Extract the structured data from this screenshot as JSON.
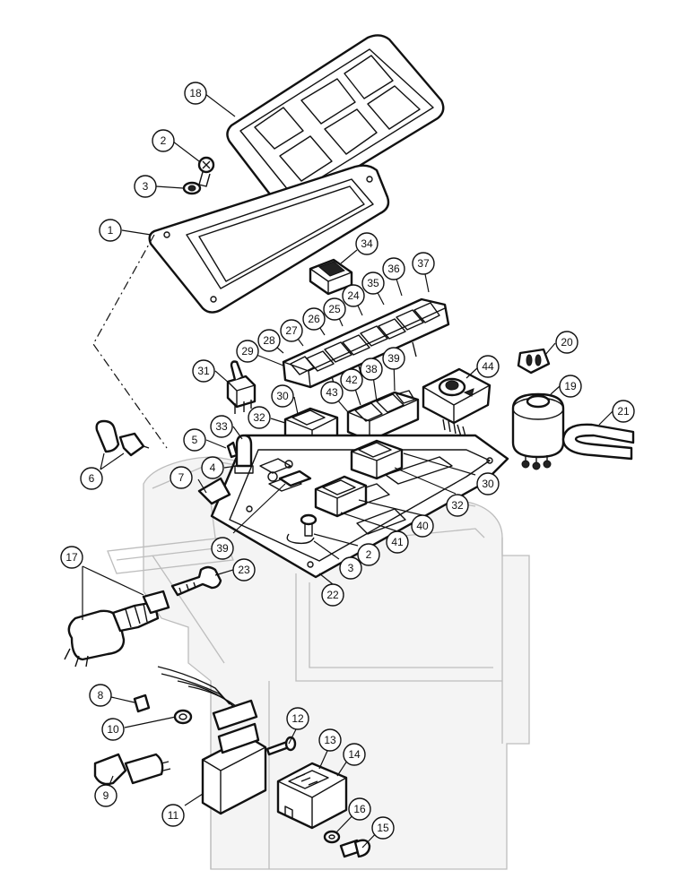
{
  "callouts": [
    {
      "id": "c18",
      "label": "18"
    },
    {
      "id": "c2a",
      "label": "2"
    },
    {
      "id": "c3a",
      "label": "3"
    },
    {
      "id": "c1",
      "label": "1"
    },
    {
      "id": "c34",
      "label": "34"
    },
    {
      "id": "c36",
      "label": "36"
    },
    {
      "id": "c37",
      "label": "37"
    },
    {
      "id": "c35",
      "label": "35"
    },
    {
      "id": "c24",
      "label": "24"
    },
    {
      "id": "c25",
      "label": "25"
    },
    {
      "id": "c26",
      "label": "26"
    },
    {
      "id": "c27",
      "label": "27"
    },
    {
      "id": "c28",
      "label": "28"
    },
    {
      "id": "c29",
      "label": "29"
    },
    {
      "id": "c20",
      "label": "20"
    },
    {
      "id": "c44",
      "label": "44"
    },
    {
      "id": "c31",
      "label": "31"
    },
    {
      "id": "c39a",
      "label": "39"
    },
    {
      "id": "c38",
      "label": "38"
    },
    {
      "id": "c42",
      "label": "42"
    },
    {
      "id": "c43",
      "label": "43"
    },
    {
      "id": "c30a",
      "label": "30"
    },
    {
      "id": "c19",
      "label": "19"
    },
    {
      "id": "c21",
      "label": "21"
    },
    {
      "id": "c32a",
      "label": "32"
    },
    {
      "id": "c33",
      "label": "33"
    },
    {
      "id": "c5",
      "label": "5"
    },
    {
      "id": "c6",
      "label": "6"
    },
    {
      "id": "c4",
      "label": "4"
    },
    {
      "id": "c7",
      "label": "7"
    },
    {
      "id": "c30b",
      "label": "30"
    },
    {
      "id": "c32b",
      "label": "32"
    },
    {
      "id": "c40",
      "label": "40"
    },
    {
      "id": "c41",
      "label": "41"
    },
    {
      "id": "c2b",
      "label": "2"
    },
    {
      "id": "c3b",
      "label": "3"
    },
    {
      "id": "c39b",
      "label": "39"
    },
    {
      "id": "c17",
      "label": "17"
    },
    {
      "id": "c23",
      "label": "23"
    },
    {
      "id": "c22",
      "label": "22"
    },
    {
      "id": "c8",
      "label": "8"
    },
    {
      "id": "c10",
      "label": "10"
    },
    {
      "id": "c12",
      "label": "12"
    },
    {
      "id": "c13",
      "label": "13"
    },
    {
      "id": "c14",
      "label": "14"
    },
    {
      "id": "c9",
      "label": "9"
    },
    {
      "id": "c11",
      "label": "11"
    },
    {
      "id": "c16",
      "label": "16"
    },
    {
      "id": "c15",
      "label": "15"
    }
  ]
}
